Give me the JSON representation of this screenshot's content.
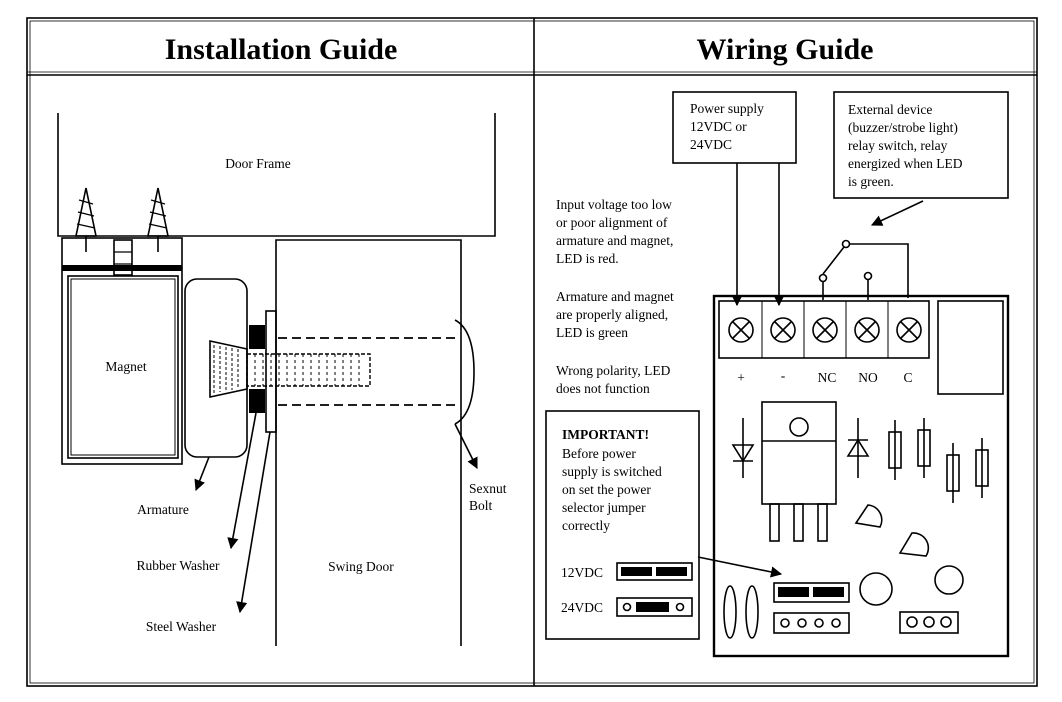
{
  "titles": {
    "installation": "Installation Guide",
    "wiring": "Wiring Guide"
  },
  "installation": {
    "door_frame": "Door Frame",
    "magnet": "Magnet",
    "armature": "Armature",
    "rubber_washer": "Rubber Washer",
    "steel_washer": "Steel Washer",
    "swing_door": "Swing Door",
    "sexnut_bolt": [
      "Sexnut",
      "Bolt"
    ]
  },
  "wiring": {
    "power_supply": [
      "Power supply",
      "12VDC or",
      "24VDC"
    ],
    "external_device": [
      "External device",
      "(buzzer/strobe light)",
      "relay switch, relay",
      "energized when LED",
      "is green."
    ],
    "note_low_voltage": [
      "Input voltage too low",
      "or poor alignment of",
      "armature and magnet,",
      "LED is red."
    ],
    "note_aligned": [
      "Armature and magnet",
      "are properly aligned,",
      "LED is green"
    ],
    "note_polarity": [
      "Wrong polarity, LED",
      "does not function"
    ],
    "important_title": "IMPORTANT!",
    "important_text": [
      "Before power",
      "supply is switched",
      "on set the power",
      "selector jumper",
      "correctly"
    ],
    "jumper_12": "12VDC",
    "jumper_24": "24VDC",
    "terminals": [
      "+",
      "-",
      "NC",
      "NO",
      "C"
    ]
  }
}
